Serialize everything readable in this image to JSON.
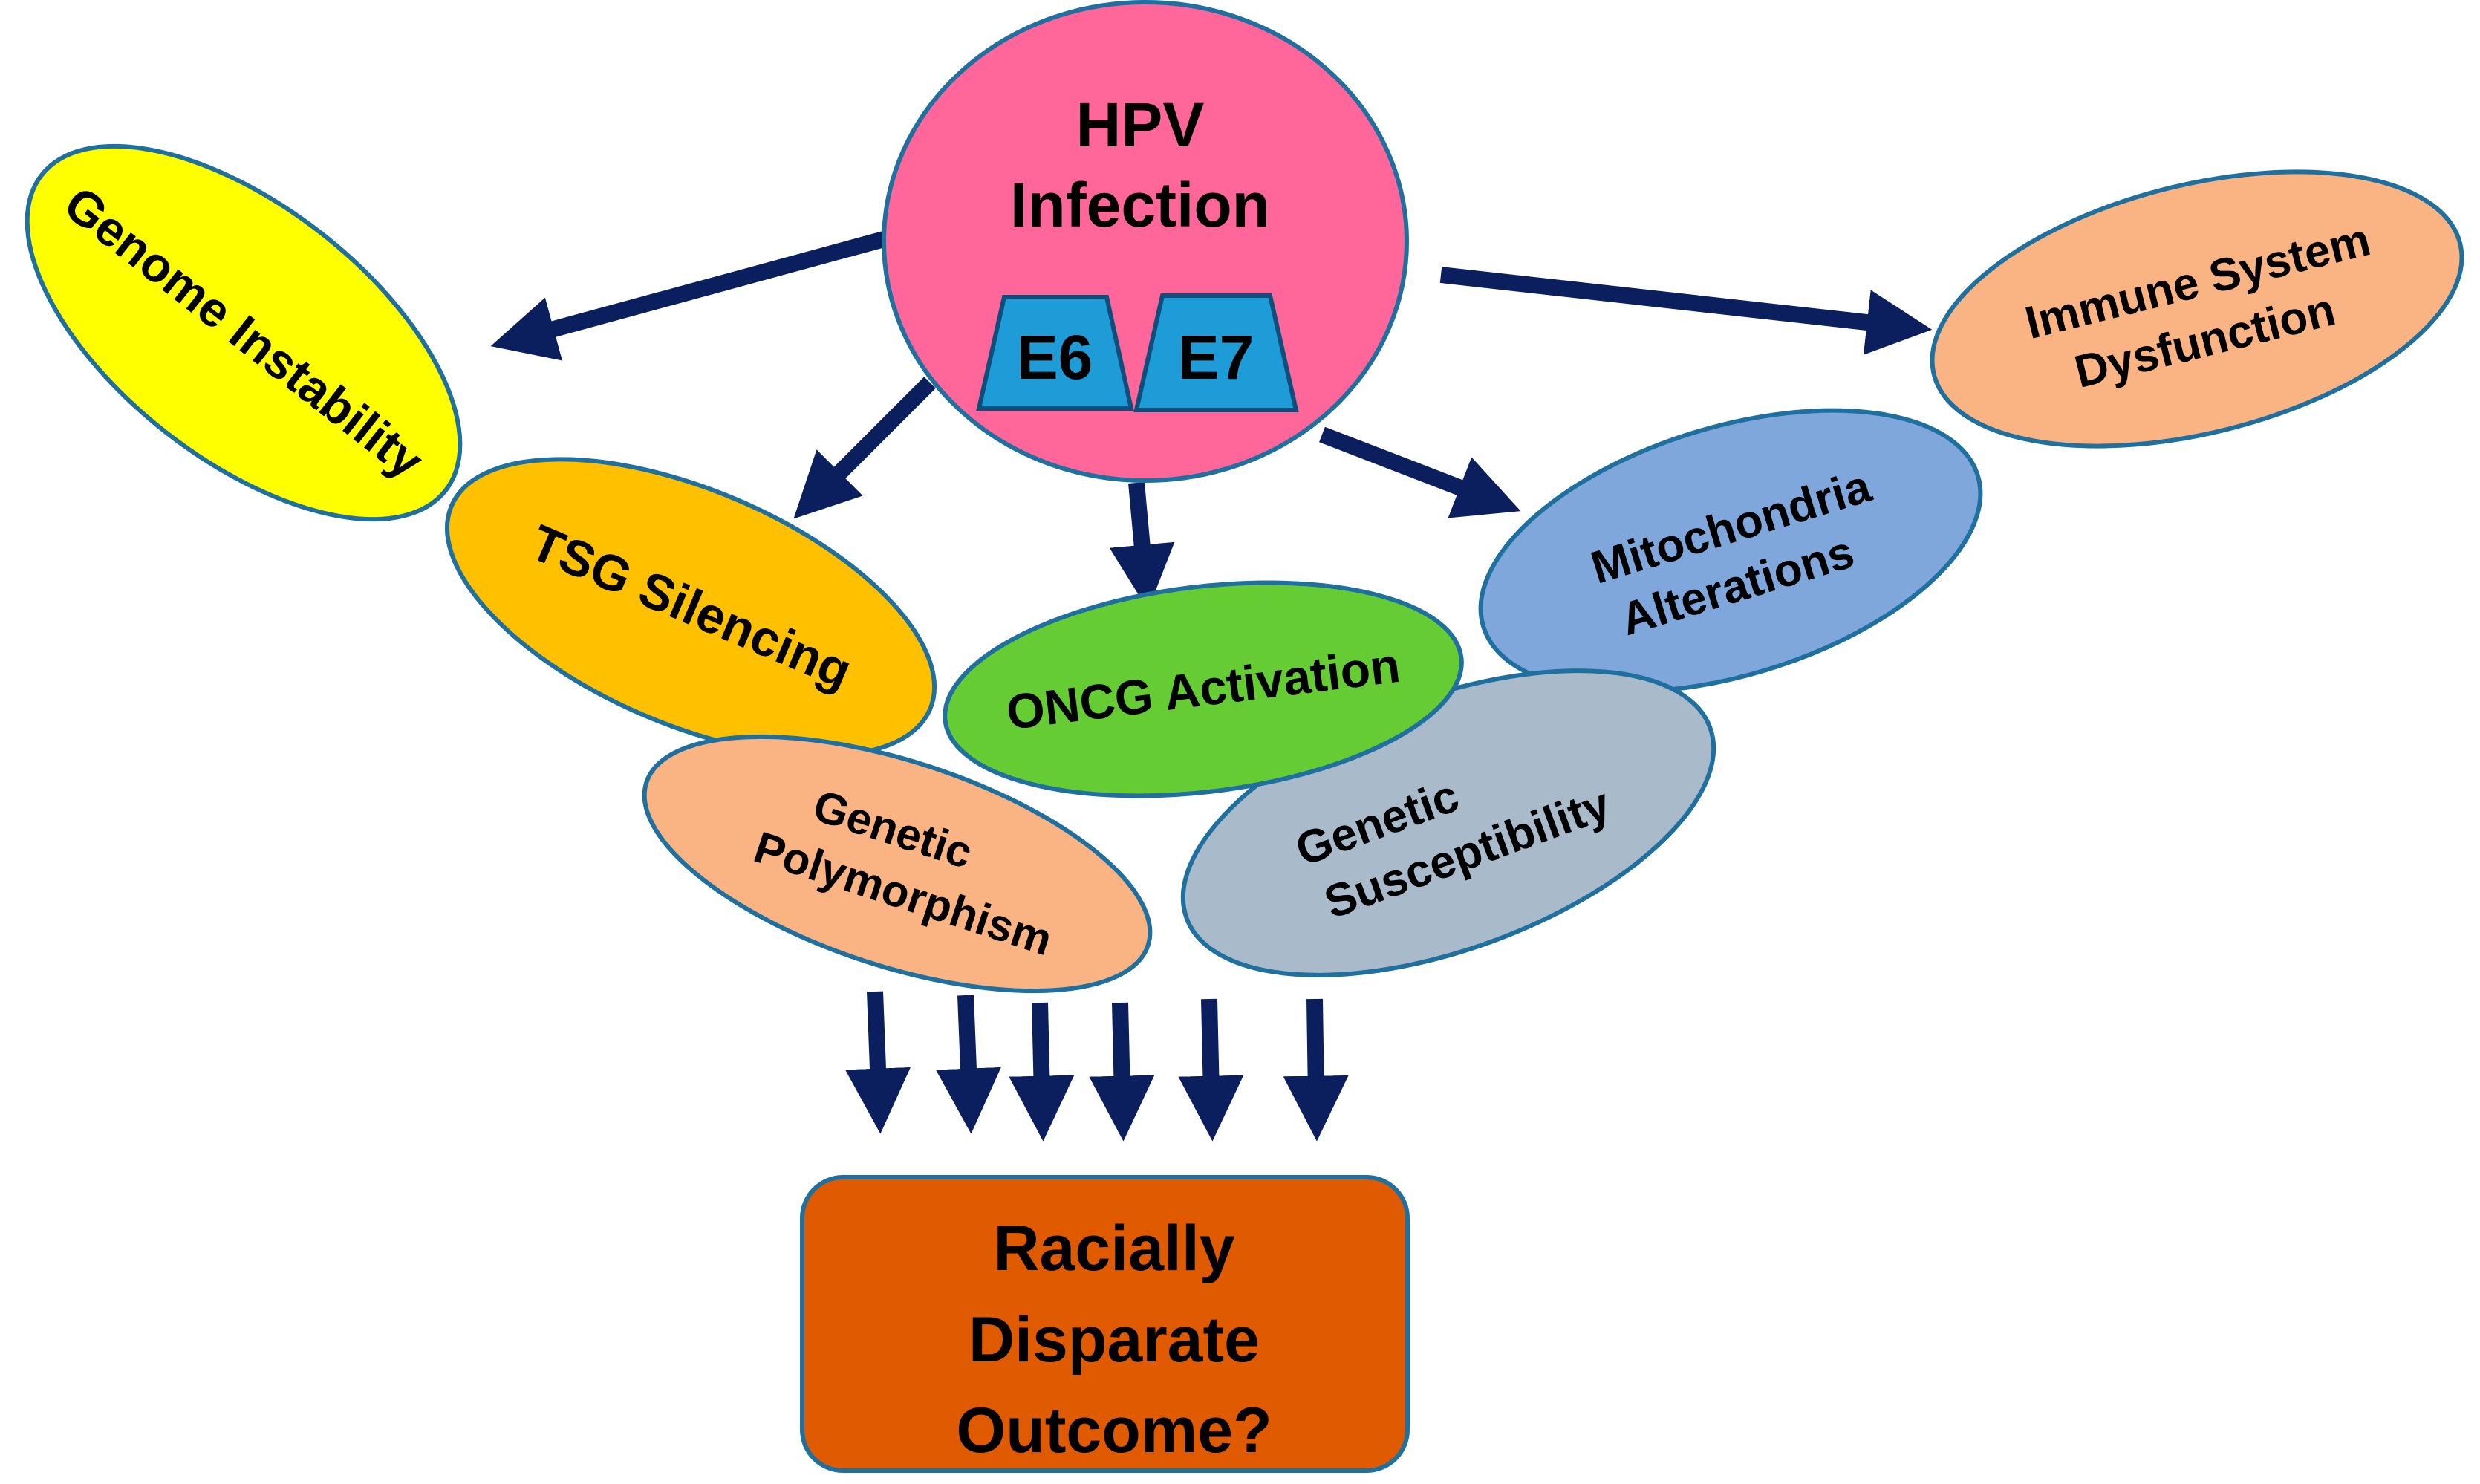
{
  "colors": {
    "arrow": "#0b1f5e",
    "outline": "#1f6f9f",
    "hpv": "#ff6699",
    "protein": "#1e9cd7",
    "genome": "#ffff00",
    "tsg": "#ffc000",
    "oncg": "#66cc33",
    "mito": "#7fa7dc",
    "immune": "#fab382",
    "polymorph": "#fab382",
    "suscept": "#a9bacb",
    "outcome": "#e05a00"
  },
  "hpv": {
    "line1": "HPV",
    "line2": "Infection"
  },
  "proteins": {
    "e6": "E6",
    "e7": "E7"
  },
  "factors": {
    "genome_instability": "Genome Instability",
    "tsg_silencing": "TSG Silencing",
    "oncg_activation": "ONCG Activation",
    "mitochondria": {
      "line1": "Mitochondria",
      "line2": "Alterations"
    },
    "immune": {
      "line1": "Immune System",
      "line2": "Dysfunction"
    },
    "polymorphism": {
      "line1": "Genetic",
      "line2": "Polymorphism"
    },
    "susceptibility": {
      "line1": "Genetic",
      "line2": "Susceptibility"
    }
  },
  "outcome": {
    "line1": "Racially",
    "line2": "Disparate",
    "line3": "Outcome?"
  }
}
